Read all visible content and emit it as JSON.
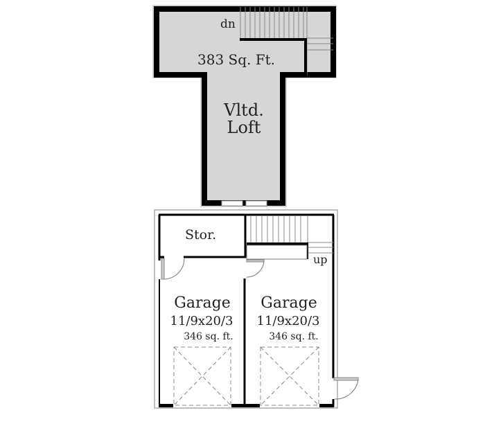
{
  "loft": {
    "area_label": "383 Sq. Ft.",
    "room_name_line1": "Vltd.",
    "room_name_line2": "Loft",
    "stair_label": "dn"
  },
  "ground": {
    "storage_label": "Stor.",
    "stair_label": "up",
    "garage_left": {
      "name": "Garage",
      "dimensions": "11/9x20/3",
      "area": "346 sq. ft."
    },
    "garage_right": {
      "name": "Garage",
      "dimensions": "11/9x20/3",
      "area": "346 sq. ft."
    }
  },
  "colors": {
    "wall": "#000000",
    "loft_fill": "#d6d6d6",
    "outline": "#aaaaaa",
    "dashed": "#888888"
  }
}
